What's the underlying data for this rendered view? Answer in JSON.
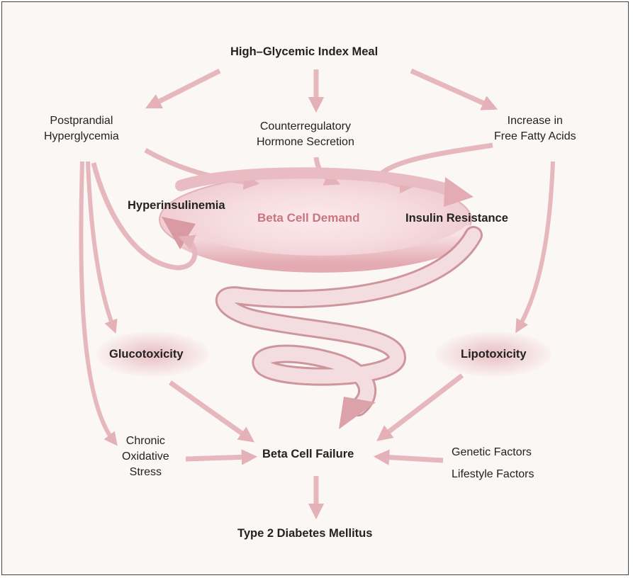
{
  "nodes": {
    "meal": "High–Glycemic Index Meal",
    "postprandial": [
      "Postprandial",
      "Hyperglycemia"
    ],
    "counterregulatory": [
      "Counterregulatory",
      "Hormone Secretion"
    ],
    "free_fatty_acids": [
      "Increase in",
      "Free Fatty Acids"
    ],
    "hyperinsulinemia": "Hyperinsulinemia",
    "beta_cell_demand": "Beta Cell Demand",
    "insulin_resistance": "Insulin Resistance",
    "glucotoxicity": "Glucotoxicity",
    "lipotoxicity": "Lipotoxicity",
    "oxidative_stress": [
      "Chronic",
      "Oxidative",
      "Stress"
    ],
    "beta_cell_failure": "Beta Cell Failure",
    "genetic_factors": "Genetic Factors",
    "lifestyle_factors": "Lifestyle Factors",
    "type2": "Type 2 Diabetes Mellitus"
  },
  "colors": {
    "arrow": "#e6b8bd",
    "arrow_dark": "#d99aa3",
    "spiral_fill": "#f3dcdf",
    "spiral_stroke": "#c98a93",
    "center_text": "#c9747e",
    "glow": "#d68c96"
  }
}
